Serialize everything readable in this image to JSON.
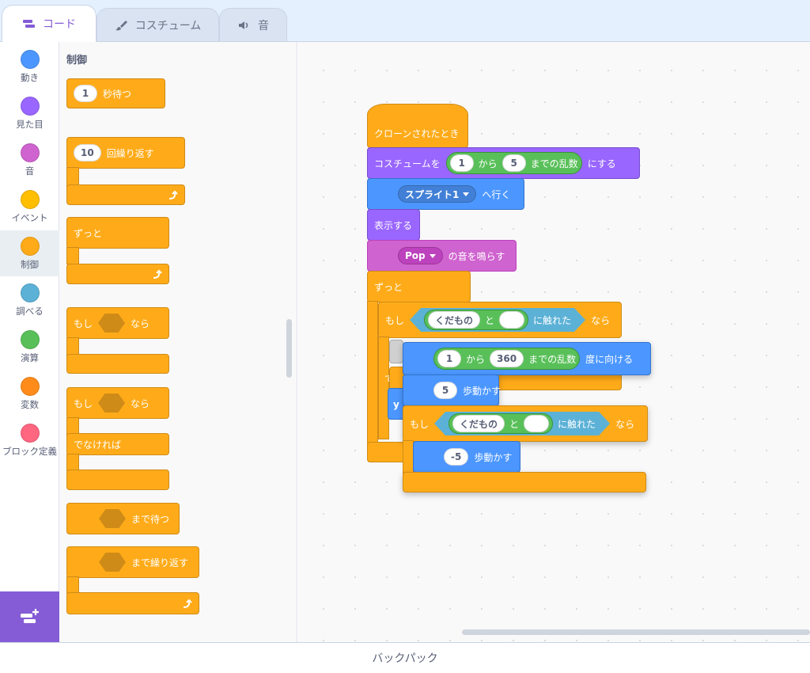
{
  "tabs": [
    {
      "label": "コード",
      "icon": "code-icon"
    },
    {
      "label": "コスチューム",
      "icon": "brush-icon"
    },
    {
      "label": "音",
      "icon": "speaker-icon"
    }
  ],
  "categories": [
    {
      "label": "動き",
      "color": "#4c97ff"
    },
    {
      "label": "見た目",
      "color": "#9966ff"
    },
    {
      "label": "音",
      "color": "#cf63cf"
    },
    {
      "label": "イベント",
      "color": "#ffbf00"
    },
    {
      "label": "制御",
      "color": "#ffab19"
    },
    {
      "label": "調べる",
      "color": "#5cb1d6"
    },
    {
      "label": "演算",
      "color": "#59c059"
    },
    {
      "label": "変数",
      "color": "#ff8c1a"
    },
    {
      "label": "ブロック定義",
      "color": "#ff6680"
    }
  ],
  "flyout": {
    "title": "制御",
    "wait_num": "1",
    "wait_label": "秒待つ",
    "repeat_num": "10",
    "repeat_label": "回繰り返す",
    "forever_label": "ずっと",
    "if_label": "もし",
    "then_label": "なら",
    "if2_label": "もし",
    "then2_label": "なら",
    "else_label": "でなければ",
    "waituntil_label": "まで待つ",
    "repeatuntil_label": "まで繰り返す"
  },
  "script": {
    "hat": "クローンされたとき",
    "costume_prefix": "コスチュームを",
    "costume_from": "1",
    "costume_kara": "から",
    "costume_to": "5",
    "costume_random": "までの乱数",
    "costume_suffix": "にする",
    "goto_target": "スプライト1",
    "goto_label": "へ行く",
    "show": "表示する",
    "sound_name": "Pop",
    "sound_label": "の音を鳴らす",
    "forever": "ずっと",
    "if": "もし",
    "touching_name": "くだもの",
    "touching_and": "と",
    "touching_label": "に触れた",
    "then": "なら",
    "else_partial": "でな",
    "y_partial": "y"
  },
  "floating": {
    "dir_from": "1",
    "dir_kara": "から",
    "dir_to": "360",
    "dir_random": "までの乱数",
    "dir_label": "度に向ける",
    "move_num": "5",
    "move_label": "歩動かす",
    "if": "もし",
    "touching_name": "くだもの",
    "touching_and": "と",
    "touching_label": "に触れた",
    "then": "なら",
    "back_num": "-5",
    "back_label": "歩動かす"
  },
  "backpack": "バックパック"
}
